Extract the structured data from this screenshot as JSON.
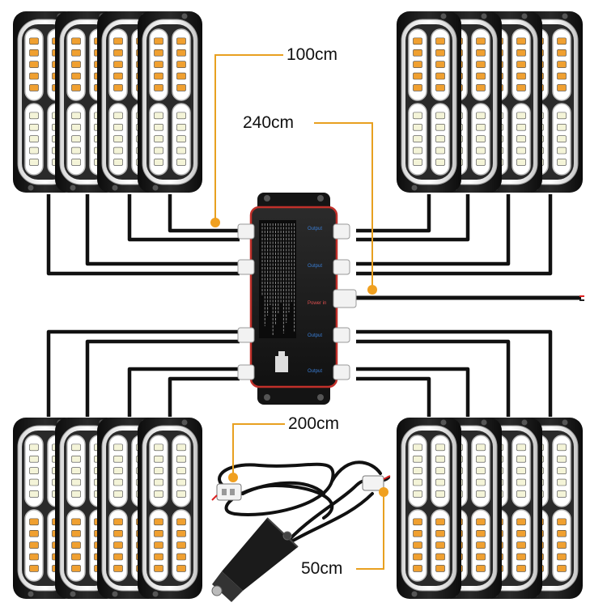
{
  "labels": {
    "top_cable": "100cm",
    "power_cable": "240cm",
    "adapter_cable": "200cm",
    "plug_cable": "50cm"
  },
  "control_box": {
    "output_label": "Output",
    "power_label": "Power in"
  },
  "colors": {
    "amber": "#f0a030",
    "white_led": "#f4f4d8",
    "cable": "#111111",
    "accent_line": "#e8a020",
    "housing": "#1a1a1a",
    "box_red": "#c0302a",
    "box_blue": "#3a7fd8"
  }
}
